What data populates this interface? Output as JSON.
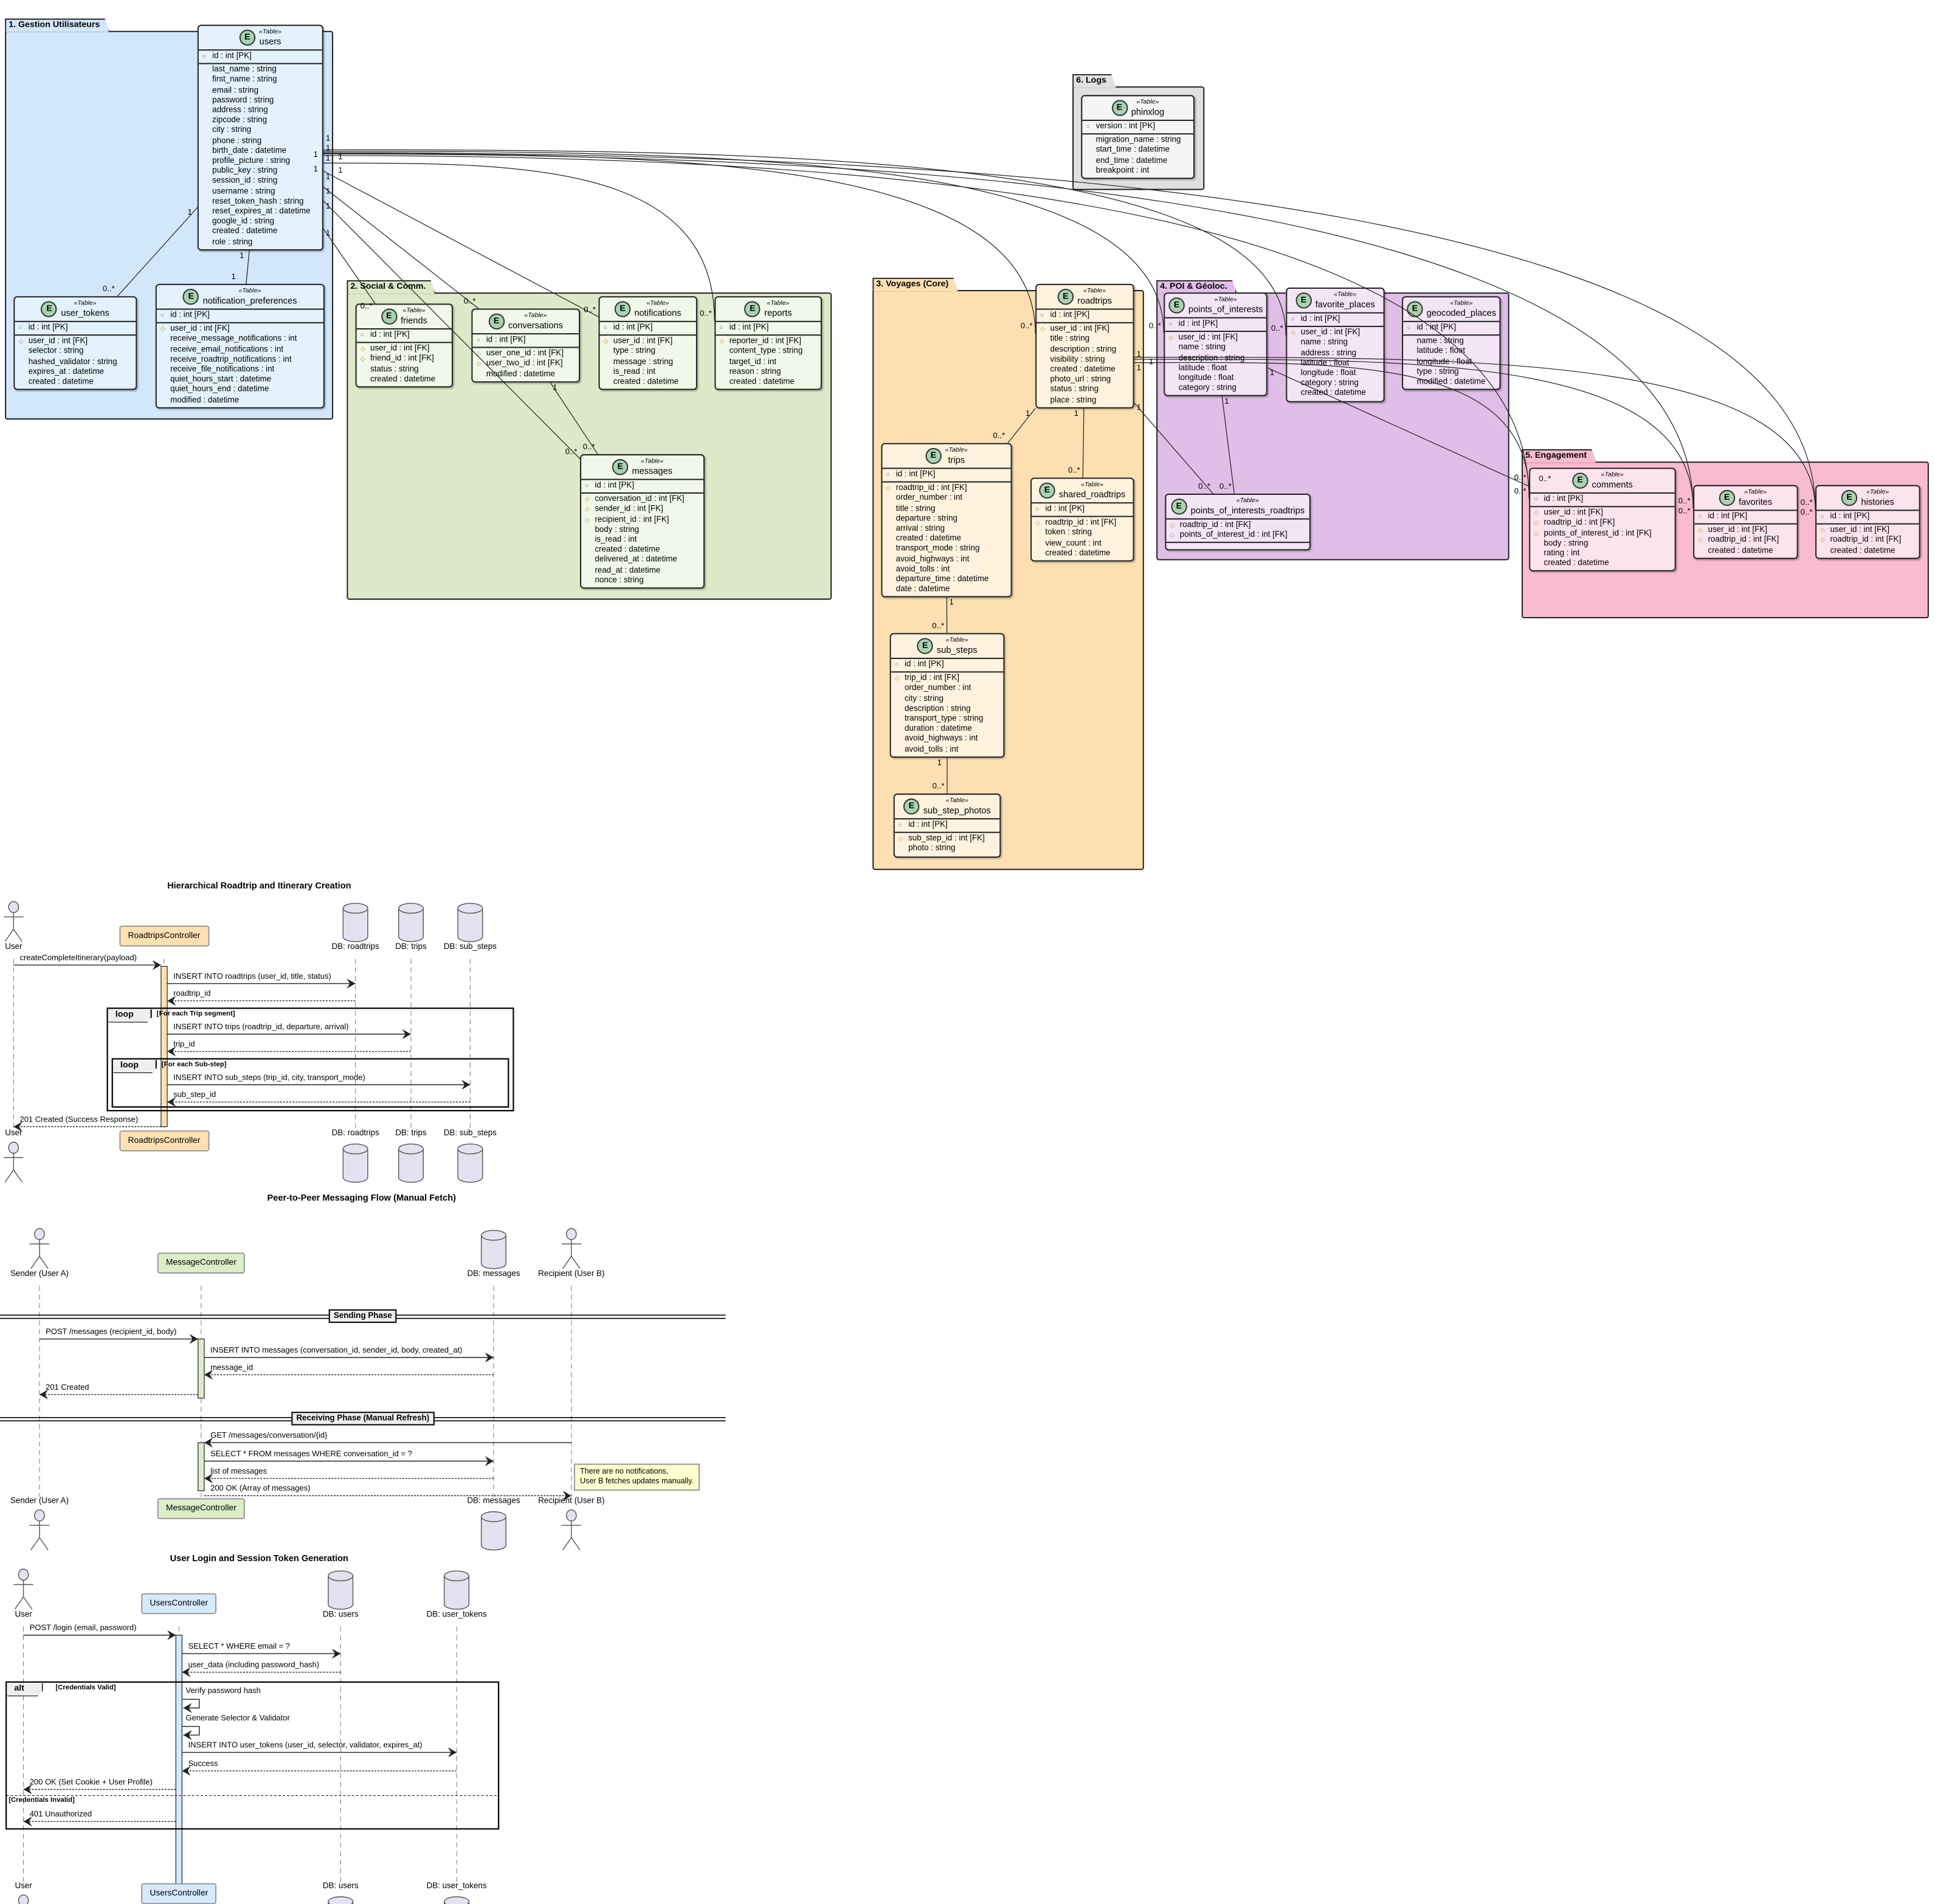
{
  "stereotype": "«Table»",
  "entity_icon": "E",
  "packages": [
    {
      "id": "p1",
      "label": "1. Gestion Utilisateurs",
      "color": "#d2e7fc",
      "entity_color": "#e3f2fd"
    },
    {
      "id": "p2",
      "label": "2. Social & Comm.",
      "color": "#dde9c8",
      "entity_color": "#f1f8e9"
    },
    {
      "id": "p3",
      "label": "3. Voyages (Core)",
      "color": "#fde0b2",
      "entity_color": "#fff3e0"
    },
    {
      "id": "p4",
      "label": "4. POI & Géoloc.",
      "color": "#e1bee7",
      "entity_color": "#f3e5f5"
    },
    {
      "id": "p5",
      "label": "5. Engagement",
      "color": "#f8bbd0",
      "entity_color": "#fce4ec"
    },
    {
      "id": "p6",
      "label": "6. Logs",
      "color": "#e0e0e0",
      "entity_color": "#f5f5f5"
    }
  ],
  "entities": [
    {
      "name": "users",
      "pkg": "p1",
      "pk": "id : int [PK]",
      "fields": [
        {
          "t": "last_name : string"
        },
        {
          "t": "first_name : string"
        },
        {
          "t": "email : string"
        },
        {
          "t": "password : string"
        },
        {
          "t": "address : string"
        },
        {
          "t": "zipcode : string"
        },
        {
          "t": "city : string"
        },
        {
          "t": "phone : string"
        },
        {
          "t": "birth_date : datetime"
        },
        {
          "t": "profile_picture : string"
        },
        {
          "t": "public_key : string"
        },
        {
          "t": "session_id : string"
        },
        {
          "t": "username : string"
        },
        {
          "t": "reset_token_hash : string"
        },
        {
          "t": "reset_expires_at : datetime"
        },
        {
          "t": "google_id : string"
        },
        {
          "t": "created : datetime"
        },
        {
          "t": "role : string"
        }
      ]
    },
    {
      "name": "user_tokens",
      "pkg": "p1",
      "pk": "id : int [PK]",
      "fields": [
        {
          "t": "user_id : int [FK]",
          "fk": true
        },
        {
          "t": "selector : string"
        },
        {
          "t": "hashed_validator : string"
        },
        {
          "t": "expires_at : datetime"
        },
        {
          "t": "created : datetime"
        }
      ]
    },
    {
      "name": "notification_preferences",
      "pkg": "p1",
      "pk": "id : int [PK]",
      "fields": [
        {
          "t": "user_id : int [FK]",
          "fk": true
        },
        {
          "t": "receive_message_notifications : int"
        },
        {
          "t": "receive_email_notifications : int"
        },
        {
          "t": "receive_roadtrip_notifications : int"
        },
        {
          "t": "receive_file_notifications : int"
        },
        {
          "t": "quiet_hours_start : datetime"
        },
        {
          "t": "quiet_hours_end : datetime"
        },
        {
          "t": "modified : datetime"
        }
      ]
    },
    {
      "name": "friends",
      "pkg": "p2",
      "pk": "id : int [PK]",
      "fields": [
        {
          "t": "user_id : int [FK]",
          "fk": true
        },
        {
          "t": "friend_id : int [FK]",
          "fk": true
        },
        {
          "t": "status : string"
        },
        {
          "t": "created : datetime"
        }
      ]
    },
    {
      "name": "conversations",
      "pkg": "p2",
      "pk": "id : int [PK]",
      "fields": [
        {
          "t": "user_one_id : int [FK]",
          "fk": true
        },
        {
          "t": "user_two_id : int [FK]",
          "fk": true
        },
        {
          "t": "modified : datetime"
        }
      ]
    },
    {
      "name": "notifications",
      "pkg": "p2",
      "pk": "id : int [PK]",
      "fields": [
        {
          "t": "user_id : int [FK]",
          "fk": true
        },
        {
          "t": "type : string"
        },
        {
          "t": "message : string"
        },
        {
          "t": "is_read : int"
        },
        {
          "t": "created : datetime"
        }
      ]
    },
    {
      "name": "reports",
      "pkg": "p2",
      "pk": "id : int [PK]",
      "fields": [
        {
          "t": "reporter_id : int [FK]",
          "fk": true
        },
        {
          "t": "content_type : string"
        },
        {
          "t": "target_id : int"
        },
        {
          "t": "reason : string"
        },
        {
          "t": "created : datetime"
        }
      ]
    },
    {
      "name": "messages",
      "pkg": "p2",
      "pk": "id : int [PK]",
      "fields": [
        {
          "t": "conversation_id : int [FK]",
          "fk": true
        },
        {
          "t": "sender_id : int [FK]",
          "fk": true
        },
        {
          "t": "recipient_id : int [FK]",
          "fk": true
        },
        {
          "t": "body : string"
        },
        {
          "t": "is_read : int"
        },
        {
          "t": "created : datetime"
        },
        {
          "t": "delivered_at : datetime"
        },
        {
          "t": "read_at : datetime"
        },
        {
          "t": "nonce : string"
        }
      ]
    },
    {
      "name": "roadtrips",
      "pkg": "p3",
      "pk": "id : int [PK]",
      "fields": [
        {
          "t": "user_id : int [FK]",
          "fk": true
        },
        {
          "t": "title : string"
        },
        {
          "t": "description : string"
        },
        {
          "t": "visibility : string"
        },
        {
          "t": "created : datetime"
        },
        {
          "t": "photo_url : string"
        },
        {
          "t": "status : string"
        },
        {
          "t": "place : string"
        }
      ]
    },
    {
      "name": "trips",
      "pkg": "p3",
      "pk": "id : int [PK]",
      "fields": [
        {
          "t": "roadtrip_id : int [FK]",
          "fk": true
        },
        {
          "t": "order_number : int"
        },
        {
          "t": "title : string"
        },
        {
          "t": "departure : string"
        },
        {
          "t": "arrival : string"
        },
        {
          "t": "created : datetime"
        },
        {
          "t": "transport_mode : string"
        },
        {
          "t": "avoid_highways : int"
        },
        {
          "t": "avoid_tolls : int"
        },
        {
          "t": "departure_time : datetime"
        },
        {
          "t": "date : datetime"
        }
      ]
    },
    {
      "name": "shared_roadtrips",
      "pkg": "p3",
      "pk": "id : int [PK]",
      "fields": [
        {
          "t": "roadtrip_id : int [FK]",
          "fk": true
        },
        {
          "t": "token : string"
        },
        {
          "t": "view_count : int"
        },
        {
          "t": "created : datetime"
        }
      ]
    },
    {
      "name": "sub_steps",
      "pkg": "p3",
      "pk": "id : int [PK]",
      "fields": [
        {
          "t": "trip_id : int [FK]",
          "fk": true
        },
        {
          "t": "order_number : int"
        },
        {
          "t": "city : string"
        },
        {
          "t": "description : string"
        },
        {
          "t": "transport_type : string"
        },
        {
          "t": "duration : datetime"
        },
        {
          "t": "avoid_highways : int"
        },
        {
          "t": "avoid_tolls : int"
        }
      ]
    },
    {
      "name": "sub_step_photos",
      "pkg": "p3",
      "pk": "id : int [PK]",
      "fields": [
        {
          "t": "sub_step_id : int [FK]",
          "fk": true
        },
        {
          "t": "photo : string"
        }
      ]
    },
    {
      "name": "points_of_interests",
      "pkg": "p4",
      "pk": "id : int [PK]",
      "fields": [
        {
          "t": "user_id : int [FK]",
          "fk": true
        },
        {
          "t": "name : string"
        },
        {
          "t": "description : string"
        },
        {
          "t": "latitude : float"
        },
        {
          "t": "longitude : float"
        },
        {
          "t": "category : string"
        }
      ]
    },
    {
      "name": "favorite_places",
      "pkg": "p4",
      "pk": "id : int [PK]",
      "fields": [
        {
          "t": "user_id : int [FK]",
          "fk": true
        },
        {
          "t": "name : string"
        },
        {
          "t": "address : string"
        },
        {
          "t": "latitude : float"
        },
        {
          "t": "longitude : float"
        },
        {
          "t": "category : string"
        },
        {
          "t": "created : datetime"
        }
      ]
    },
    {
      "name": "geocoded_places",
      "pkg": "p4",
      "pk": "id : int [PK]",
      "fields": [
        {
          "t": "name : string"
        },
        {
          "t": "latitude : float"
        },
        {
          "t": "longitude : float"
        },
        {
          "t": "type : string"
        },
        {
          "t": "modified : datetime"
        }
      ]
    },
    {
      "name": "points_of_interests_roadtrips",
      "pkg": "p4",
      "pk": "",
      "fields": [
        {
          "t": "roadtrip_id : int [FK]",
          "fk": true
        },
        {
          "t": "points_of_interest_id : int [FK]",
          "fk": true
        }
      ]
    },
    {
      "name": "comments",
      "pkg": "p5",
      "pk": "id : int [PK]",
      "fields": [
        {
          "t": "user_id : int [FK]",
          "fk": true
        },
        {
          "t": "roadtrip_id : int [FK]",
          "fk": true
        },
        {
          "t": "points_of_interest_id : int [FK]",
          "fk": true
        },
        {
          "t": "body : string"
        },
        {
          "t": "rating : int"
        },
        {
          "t": "created : datetime"
        }
      ]
    },
    {
      "name": "favorites",
      "pkg": "p5",
      "pk": "id : int [PK]",
      "fields": [
        {
          "t": "user_id : int [FK]",
          "fk": true
        },
        {
          "t": "roadtrip_id : int [FK]",
          "fk": true
        },
        {
          "t": "created : datetime"
        }
      ]
    },
    {
      "name": "histories",
      "pkg": "p5",
      "pk": "id : int [PK]",
      "fields": [
        {
          "t": "user_id : int [FK]",
          "fk": true
        },
        {
          "t": "roadtrip_id : int [FK]",
          "fk": true
        },
        {
          "t": "created : datetime"
        }
      ]
    },
    {
      "name": "phinxlog",
      "pkg": "p6",
      "pk": "version : int [PK]",
      "fields": [
        {
          "t": "migration_name : string"
        },
        {
          "t": "start_time : datetime"
        },
        {
          "t": "end_time : datetime"
        },
        {
          "t": "breakpoint : int"
        }
      ]
    }
  ],
  "relations": [
    {
      "from": "users",
      "to": "user_tokens",
      "from_card": "1",
      "to_card": "0..*"
    },
    {
      "from": "users",
      "to": "notification_preferences",
      "from_card": "1",
      "to_card": "1"
    },
    {
      "from": "users",
      "to": "friends",
      "from_card": "1",
      "to_card": "0..*"
    },
    {
      "from": "users",
      "to": "conversations",
      "from_card": "1",
      "to_card": "0..*"
    },
    {
      "from": "users",
      "to": "notifications",
      "from_card": "1",
      "to_card": "0..*"
    },
    {
      "from": "users",
      "to": "reports",
      "from_card": "1",
      "to_card": "0..*"
    },
    {
      "from": "users",
      "to": "messages",
      "from_card": "1",
      "to_card": "0..*"
    },
    {
      "from": "users",
      "to": "roadtrips",
      "from_card": "1",
      "to_card": "0..*"
    },
    {
      "from": "users",
      "to": "points_of_interests",
      "from_card": "1",
      "to_card": "0..*"
    },
    {
      "from": "users",
      "to": "favorite_places",
      "from_card": "1",
      "to_card": "0..*"
    },
    {
      "from": "users",
      "to": "comments",
      "from_card": "1",
      "to_card": "0..*"
    },
    {
      "from": "users",
      "to": "favorites",
      "from_card": "1",
      "to_card": "0..*"
    },
    {
      "from": "users",
      "to": "histories",
      "from_card": "1",
      "to_card": "0..*"
    },
    {
      "from": "conversations",
      "to": "messages",
      "from_card": "1",
      "to_card": "0..*"
    },
    {
      "from": "roadtrips",
      "to": "trips",
      "from_card": "1",
      "to_card": "0..*"
    },
    {
      "from": "roadtrips",
      "to": "shared_roadtrips",
      "from_card": "1",
      "to_card": "0..*"
    },
    {
      "from": "roadtrips",
      "to": "points_of_interests_roadtrips",
      "from_card": "1",
      "to_card": "0..*"
    },
    {
      "from": "roadtrips",
      "to": "comments",
      "from_card": "1",
      "to_card": "0..*"
    },
    {
      "from": "roadtrips",
      "to": "favorites",
      "from_card": "1",
      "to_card": "0..*"
    },
    {
      "from": "roadtrips",
      "to": "histories",
      "from_card": "1",
      "to_card": "0..*"
    },
    {
      "from": "points_of_interests",
      "to": "points_of_interests_roadtrips",
      "from_card": "1",
      "to_card": "0..*"
    },
    {
      "from": "points_of_interests",
      "to": "comments",
      "from_card": "1",
      "to_card": "0..*"
    },
    {
      "from": "trips",
      "to": "sub_steps",
      "from_card": "1",
      "to_card": "0..*"
    },
    {
      "from": "sub_steps",
      "to": "sub_step_photos",
      "from_card": "1",
      "to_card": "0..*"
    }
  ],
  "sequences": [
    {
      "title": "Hierarchical Roadtrip and Itinerary Creation",
      "participants": [
        {
          "label": "User",
          "type": "actor"
        },
        {
          "label": "RoadtripsController",
          "type": "participant",
          "color": "#ffe0b2"
        },
        {
          "label": "DB: roadtrips",
          "type": "database"
        },
        {
          "label": "DB: trips",
          "type": "database"
        },
        {
          "label": "DB: sub_steps",
          "type": "database"
        }
      ],
      "messages": [
        {
          "from": 0,
          "to": 1,
          "text": "createCompleteItinerary(payload)"
        },
        {
          "from": 1,
          "to": 2,
          "text": "INSERT INTO roadtrips (user_id, title, status)"
        },
        {
          "from": 2,
          "to": 1,
          "text": "roadtrip_id",
          "dashed": true
        },
        {
          "from": 1,
          "to": 3,
          "text": "INSERT INTO trips (roadtrip_id, departure, arrival)"
        },
        {
          "from": 3,
          "to": 1,
          "text": "trip_id",
          "dashed": true
        },
        {
          "from": 1,
          "to": 4,
          "text": "INSERT INTO sub_steps (trip_id, city, transport_mode)"
        },
        {
          "from": 4,
          "to": 1,
          "text": "sub_step_id",
          "dashed": true
        },
        {
          "from": 1,
          "to": 0,
          "text": "201 Created (Success Response)",
          "dashed": true
        }
      ],
      "frames": [
        {
          "kind": "loop",
          "guard": "[For each Trip segment]"
        },
        {
          "kind": "loop",
          "guard": "[For each Sub-step]"
        }
      ]
    },
    {
      "title": "Peer-to-Peer Messaging Flow (Manual Fetch)",
      "participants": [
        {
          "label": "Sender (User A)",
          "type": "actor"
        },
        {
          "label": "MessageController",
          "type": "participant",
          "color": "#dcedc8"
        },
        {
          "label": "DB: messages",
          "type": "database"
        },
        {
          "label": "Recipient (User B)",
          "type": "actor"
        }
      ],
      "dividers": [
        "Sending Phase",
        "Receiving Phase (Manual Refresh)"
      ],
      "messages": [
        {
          "from": 0,
          "to": 1,
          "text": "POST /messages (recipient_id, body)"
        },
        {
          "from": 1,
          "to": 2,
          "text": "INSERT INTO messages (conversation_id, sender_id, body, created_at)"
        },
        {
          "from": 2,
          "to": 1,
          "text": "message_id",
          "dashed": true
        },
        {
          "from": 1,
          "to": 0,
          "text": "201 Created",
          "dashed": true
        },
        {
          "from": 3,
          "to": 1,
          "text": "GET /messages/conversation/{id}"
        },
        {
          "from": 1,
          "to": 2,
          "text": "SELECT * FROM messages WHERE conversation_id = ?"
        },
        {
          "from": 2,
          "to": 1,
          "text": "list of messages",
          "dashed": true
        },
        {
          "from": 1,
          "to": 3,
          "text": "200 OK (Array of messages)",
          "dashed": true
        }
      ],
      "note": [
        "There are no notifications,",
        "User B fetches updates manually."
      ]
    },
    {
      "title": "User Login and Session Token Generation",
      "participants": [
        {
          "label": "User",
          "type": "actor"
        },
        {
          "label": "UsersController",
          "type": "participant",
          "color": "#d6eafc"
        },
        {
          "label": "DB: users",
          "type": "database"
        },
        {
          "label": "DB: user_tokens",
          "type": "database"
        }
      ],
      "messages": [
        {
          "from": 0,
          "to": 1,
          "text": "POST /login (email, password)"
        },
        {
          "from": 1,
          "to": 2,
          "text": "SELECT * WHERE email = ?"
        },
        {
          "from": 2,
          "to": 1,
          "text": "user_data (including password_hash)",
          "dashed": true
        },
        {
          "from": 1,
          "to": 1,
          "text": "Verify password hash"
        },
        {
          "from": 1,
          "to": 1,
          "text": "Generate Selector & Validator"
        },
        {
          "from": 1,
          "to": 3,
          "text": "INSERT INTO user_tokens (user_id, selector, validator, expires_at)"
        },
        {
          "from": 3,
          "to": 1,
          "text": "Success",
          "dashed": true
        },
        {
          "from": 1,
          "to": 0,
          "text": "200 OK (Set Cookie + User Profile)",
          "dashed": true
        },
        {
          "from": 1,
          "to": 0,
          "text": "401 Unauthorized",
          "dashed": true
        }
      ],
      "frames": [
        {
          "kind": "alt",
          "guard": "[Credentials Valid]",
          "else_guard": "[Credentials Invalid]"
        }
      ]
    }
  ]
}
